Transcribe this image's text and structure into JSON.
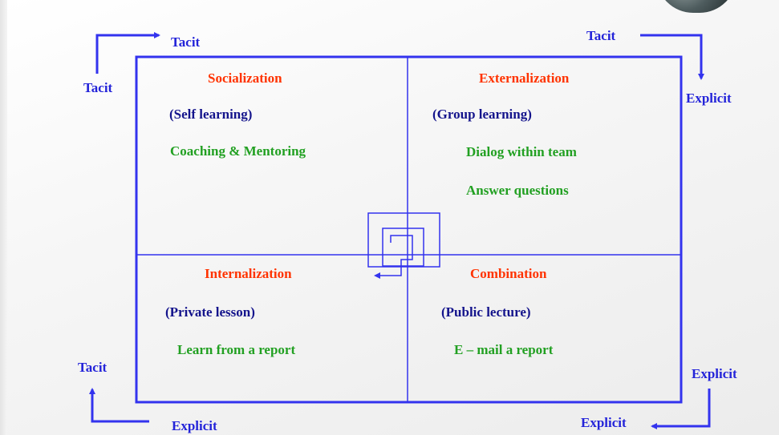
{
  "quadrants": {
    "socialization": {
      "title": "Socialization",
      "subtitle": "(Self  learning)",
      "items": [
        "Coaching & Mentoring"
      ]
    },
    "externalization": {
      "title": "Externalization",
      "subtitle": "(Group  learning)",
      "items": [
        "Dialog within team",
        "Answer  questions"
      ]
    },
    "internalization": {
      "title": "Internalization",
      "subtitle": "(Private  lesson)",
      "items": [
        "Learn from a report"
      ]
    },
    "combination": {
      "title": "Combination",
      "subtitle": "(Public  lecture)",
      "items": [
        "E – mail  a  report"
      ]
    }
  },
  "outer_labels": {
    "top_left_from": "Tacit",
    "top_left_to": "Tacit",
    "top_right_from": "Tacit",
    "top_right_to": "Explicit",
    "bottom_right_from": "Explicit",
    "bottom_right_to": "Explicit",
    "bottom_left_from": "Explicit",
    "bottom_left_to": "Tacit"
  },
  "colors": {
    "frame": "#3333ee",
    "outer_label": "#2323d9",
    "mode_title": "#ff3300",
    "subtitle": "#14148c",
    "activity": "#22a022"
  }
}
